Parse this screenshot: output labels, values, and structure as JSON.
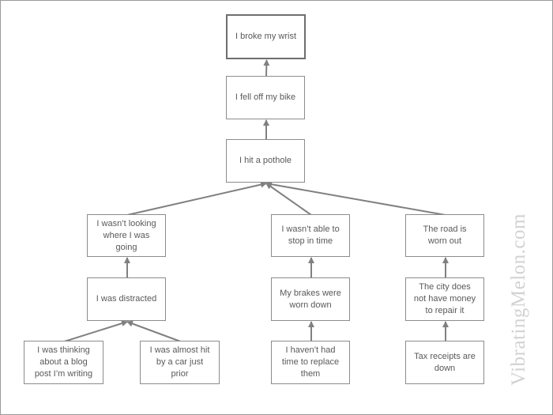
{
  "diagram": {
    "nodes": {
      "n1": "I broke my wrist",
      "n2": "I fell off my bike",
      "n3": "I hit a pothole",
      "n4": "I wasn’t looking\nwhere I was\ngoing",
      "n5": "I wasn’t able to\nstop in time",
      "n6": "The road is\nworn out",
      "n7": "I was distracted",
      "n8": "My brakes were\nworn down",
      "n9": "The city does\nnot have money\nto repair it",
      "n10": "I was thinking\nabout a blog\npost I’m writing",
      "n11": "I was almost hit\nby a car just\nprior",
      "n12": "I haven’t had\ntime to replace\nthem",
      "n13": "Tax receipts are\ndown"
    },
    "edges": [
      {
        "from": "n2",
        "to": "n1"
      },
      {
        "from": "n3",
        "to": "n2"
      },
      {
        "from": "n4",
        "to": "n3"
      },
      {
        "from": "n5",
        "to": "n3"
      },
      {
        "from": "n6",
        "to": "n3"
      },
      {
        "from": "n7",
        "to": "n4"
      },
      {
        "from": "n8",
        "to": "n5"
      },
      {
        "from": "n9",
        "to": "n6"
      },
      {
        "from": "n10",
        "to": "n7"
      },
      {
        "from": "n11",
        "to": "n7"
      },
      {
        "from": "n12",
        "to": "n8"
      },
      {
        "from": "n13",
        "to": "n9"
      }
    ],
    "line_color": "#808080"
  },
  "watermark": "VibratingMelon.com"
}
